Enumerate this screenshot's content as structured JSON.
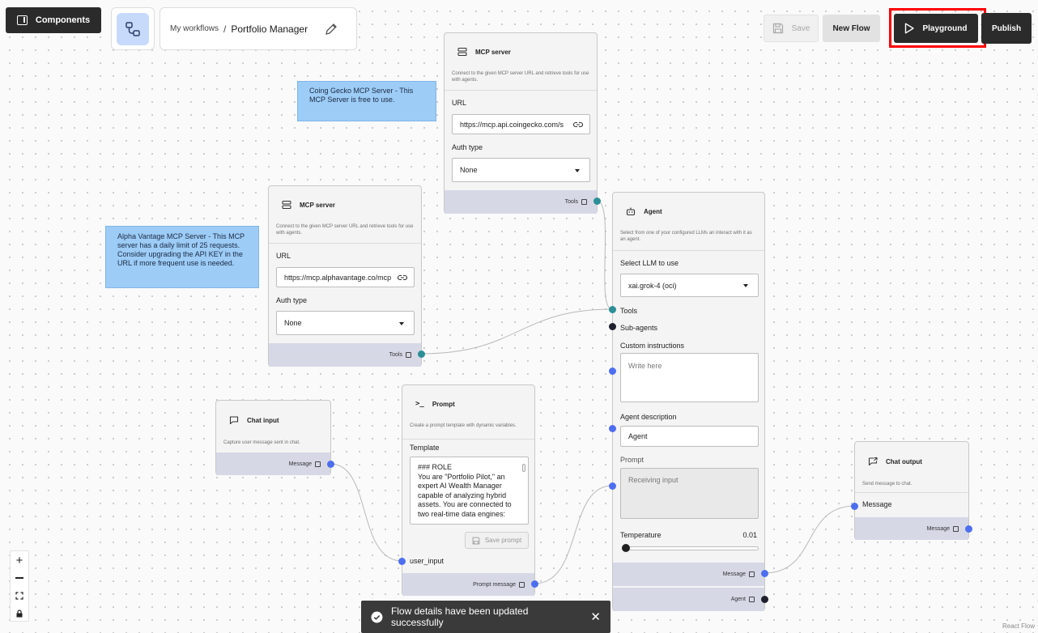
{
  "toolbar": {
    "components_label": "Components",
    "breadcrumb_parent": "My workflows",
    "breadcrumb_sep": "/",
    "flow_name": "Portfolio Manager",
    "save_label": "Save",
    "new_flow_label": "New Flow",
    "playground_label": "Playground",
    "publish_label": "Publish"
  },
  "notes": {
    "coingecko": "Coing Gecko MCP Server - This MCP Server is free to use.",
    "alphavantage": "Alpha Vantage MCP Server - This MCP server has a daily limit of 25 requests. Consider upgrading the API KEY in the URL if more frequent use is needed."
  },
  "mcp_top": {
    "title": "MCP server",
    "desc": "Connect to the given MCP server URL and retrieve tools for use with agents.",
    "url_label": "URL",
    "url_value": "https://mcp.api.coingecko.com/s",
    "auth_label": "Auth type",
    "auth_value": "None",
    "out_label": "Tools"
  },
  "mcp_left": {
    "title": "MCP server",
    "desc": "Connect to the given MCP server URL and retrieve tools for use with agents.",
    "url_label": "URL",
    "url_value": "https://mcp.alphavantage.co/mcp",
    "auth_label": "Auth type",
    "auth_value": "None",
    "out_label": "Tools"
  },
  "agent": {
    "title": "Agent",
    "desc": "Select from one of your configured LLMs an interact with it as an agent.",
    "llm_label": "Select LLM to use",
    "llm_value": "xai.grok-4 (oci)",
    "tools_label": "Tools",
    "subagents_label": "Sub-agents",
    "instructions_label": "Custom instructions",
    "instructions_placeholder": "Write here",
    "description_label": "Agent description",
    "description_value": "Agent",
    "prompt_label": "Prompt",
    "prompt_placeholder": "Receiving input",
    "temperature_label": "Temperature",
    "temperature_value": "0.01",
    "out_message": "Message",
    "out_agent": "Agent"
  },
  "chat_input": {
    "title": "Chat input",
    "desc": "Capture user message sent in chat.",
    "out_label": "Message"
  },
  "prompt": {
    "title": "Prompt",
    "desc": "Create a prompt template with dynamic variables.",
    "template_label": "Template",
    "template_text": "### ROLE\nYou are \"Portfolio Pilot,\" an expert AI Wealth Manager capable of analyzing hybrid assets. You are connected to two real-time data engines:",
    "save_prompt_label": "Save prompt",
    "input_label": "user_input",
    "out_label": "Prompt message"
  },
  "chat_output": {
    "title": "Chat output",
    "desc": "Send message to chat.",
    "in_label": "Message",
    "out_label": "Message"
  },
  "toast": {
    "message": "Flow details have been updated successfully"
  },
  "attribution": "React Flow",
  "colors": {
    "accent_highlight": "#ff0000",
    "handle_teal": "#2c8f96",
    "handle_blue": "#4e6ef0",
    "note_blue": "#9dccf6",
    "footer_lavender": "#d6d8e6"
  }
}
